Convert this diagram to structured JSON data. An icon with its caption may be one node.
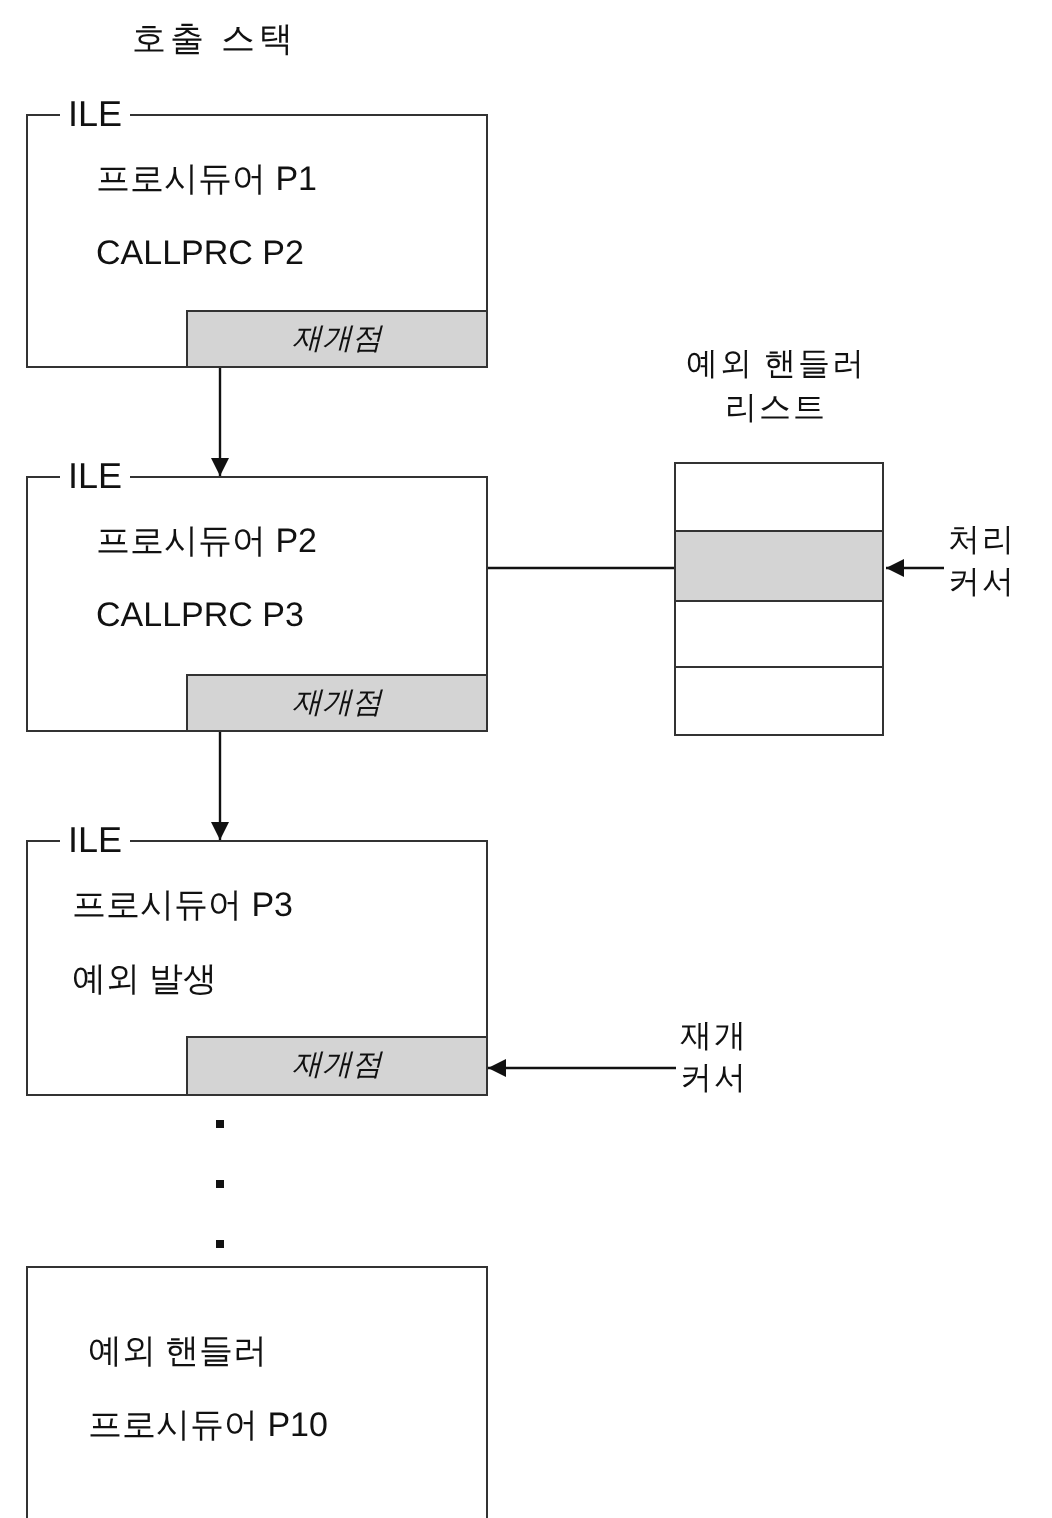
{
  "diagram": {
    "title": "호출 스택",
    "nodes": [
      {
        "text": [
          "ILE",
          "프로시듀어 P1",
          "CALLPRC P2"
        ]
      },
      {
        "text": [
          "재개점"
        ],
        "in": 0
      },
      {
        "text": [
          "ILE",
          "프로시듀어 P2",
          "CALLPRC P3"
        ]
      },
      {
        "text": [
          "재개점"
        ],
        "in": 2
      },
      {
        "text": [
          "ILE",
          "프로시듀어 P3",
          "예외 발생"
        ]
      },
      {
        "text": [
          "재개점"
        ],
        "in": 4
      },
      {
        "text": [
          "예외 핸들러",
          "프로시듀어 P10"
        ]
      },
      {
        "text": [
          "예외 핸들러 리스트"
        ]
      },
      {
        "text": [],
        "shape": "box",
        "in": 7
      },
      {
        "text": [],
        "shape": "box",
        "in": 7
      },
      {
        "text": [],
        "shape": "box",
        "in": 7
      },
      {
        "text": [],
        "shape": "box",
        "in": 7
      },
      {
        "text": [
          "처리 커서"
        ]
      },
      {
        "text": [
          "재개 커서"
        ]
      }
    ],
    "edges": [
      {
        "from": 0,
        "to": 2,
        "arrow": "to"
      },
      {
        "from": 2,
        "to": 4,
        "arrow": "to"
      },
      {
        "from": 2,
        "to": 9,
        "arrow": "none"
      },
      {
        "from": 12,
        "to": 9,
        "arrow": "to"
      },
      {
        "from": 13,
        "to": 5,
        "arrow": "to"
      }
    ]
  }
}
